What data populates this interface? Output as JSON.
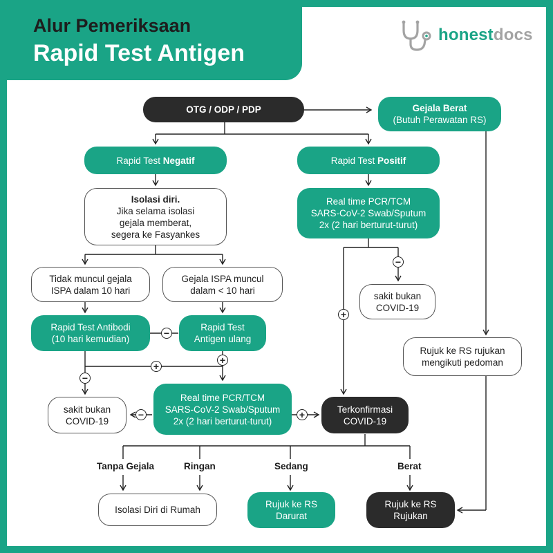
{
  "header": {
    "title_line1": "Alur Pemeriksaan",
    "title_line2": "Rapid Test Antigen"
  },
  "brand": {
    "name_part1": "honest",
    "name_part2": "docs",
    "icon": "stethoscope-icon"
  },
  "colors": {
    "green": "#1aa486",
    "dark": "#2b2b2b",
    "gray": "#a3a3a3"
  },
  "nodes": {
    "otg": {
      "line1": "OTG / ODP / PDP"
    },
    "gejala_berat": {
      "line1": "Gejala Berat",
      "line2": "(Butuh Perawatan RS)"
    },
    "rt_negatif": {
      "pre": "Rapid Test ",
      "bold": "Negatif"
    },
    "rt_positif": {
      "pre": "Rapid Test ",
      "bold": "Positif"
    },
    "isolasi": {
      "line1": "Isolasi diri.",
      "line2": "Jika selama isolasi",
      "line3": "gejala memberat,",
      "line4": "segera ke Fasyankes"
    },
    "pcr_top": {
      "line1": "Real time PCR/TCM",
      "line2": "SARS-CoV-2 Swab/Sputum",
      "line3": "2x (2 hari berturut-turut)"
    },
    "tidak_muncul": {
      "line1": "Tidak muncul gejala",
      "line2": "ISPA dalam 10 hari"
    },
    "gejala_ispa": {
      "line1": "Gejala ISPA muncul",
      "line2": "dalam < 10 hari"
    },
    "sakit_bukan_right": {
      "line1": "sakit bukan",
      "line2": "COVID-19"
    },
    "rt_antibodi": {
      "line1": "Rapid Test Antibodi",
      "line2": "(10 hari kemudian)"
    },
    "rt_antigen_ulang": {
      "line1": "Rapid Test",
      "line2": "Antigen ulang"
    },
    "rujuk_rs_pedoman": {
      "line1": "Rujuk ke RS rujukan",
      "line2": "mengikuti pedoman"
    },
    "sakit_bukan_left": {
      "line1": "sakit bukan",
      "line2": "COVID-19"
    },
    "pcr_mid": {
      "line1": "Real time PCR/TCM",
      "line2": "SARS-CoV-2 Swab/Sputum",
      "line3": "2x (2 hari berturut-turut)"
    },
    "terkonfirmasi": {
      "line1": "Terkonfirmasi",
      "line2": "COVID-19"
    },
    "isolasi_rumah": {
      "line1": "Isolasi Diri di Rumah"
    },
    "rujuk_darurat": {
      "line1": "Rujuk ke RS",
      "line2": "Darurat"
    },
    "rujuk_rujukan": {
      "line1": "Rujuk ke RS",
      "line2": "Rujukan"
    }
  },
  "severity": {
    "tanpa_gejala": "Tanpa Gejala",
    "ringan": "Ringan",
    "sedang": "Sedang",
    "berat": "Berat"
  },
  "signs": {
    "plus": "+",
    "minus": "−"
  }
}
